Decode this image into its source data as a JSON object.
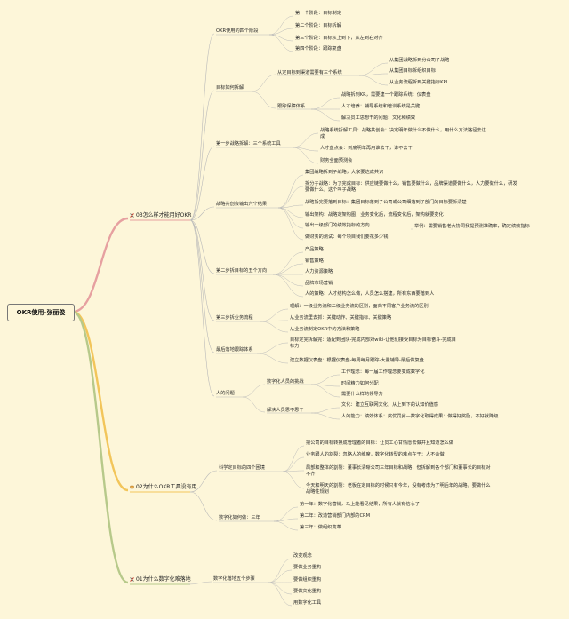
{
  "root": "OKR使用-张丽俊",
  "colors": {
    "background": "#fdf6d9",
    "branch1": "#e6a0a0",
    "branch2": "#f2c55a",
    "branch3": "#b7c98a",
    "connector": "#b9b9b9"
  },
  "branches": [
    {
      "label": "03怎么样才能用好OKR",
      "icon": "tools-icon",
      "sections": [
        {
          "label": "OKR使用的四个阶段",
          "items": [
            "第一个阶段：目标制定",
            "第二个阶段：目标拆解",
            "第三个阶段：目标从上到下，从左到右对齐",
            "第四个阶段：跟踪复盘"
          ]
        },
        {
          "label": "目标如何拆解",
          "sub1": {
            "label": "从定目标到渠道需要有三个系统",
            "items": [
              "从集团战略拆到分公司子战略",
              "从集团目标拆组织目标",
              "从业务流程拆到关键指标KPI"
            ]
          },
          "sub2": {
            "label": "跟踪保障体系",
            "items": [
              "战略拆到KR，需要建一个跟踪系统：仪表盘",
              "人才培养：辅导系统和培训系统是关键",
              "解决员工思想干的问题：文化和绩效"
            ]
          }
        },
        {
          "label": "第一步战略拆解：三个系统工具",
          "items": [
            "战略系统拆解工具：战略共创会：决定明年做什么不做什么，用什么方法路径去达成",
            "人才盘点会：到底明年再用谁去干，谁不去干",
            "财务全面预测会"
          ]
        },
        {
          "label": "战略共创会输出六个结果",
          "items": [
            "集团战略拆到子战略，大家要达成共识",
            "拆分子战略：为了完成目标：供应链要做什么，销售要做什么，品牌渠道要做什么，人力要做什么，研发要做什么，这个叫子战略",
            "战略拆完要落到目标：集团目标落到子公司或公司细落到子部门的目标要拆清楚",
            "输出架构：战略定架构图，业务变化后，流程变化后，架构就要变化",
            "输出一级部门的绩效指标的方向",
            "做财务的测试：每个项目我们要花多少钱"
          ],
          "side": "举例：需要销售老大协同我提预测准确率，确定绩效指标"
        },
        {
          "label": "第二步拆目标的五个方向",
          "items": [
            "产品策略",
            "销售策略",
            "人力资源策略",
            "品牌市场营销",
            "人的策略：人才结构怎么做，人员怎么搭建，所有东西要落到人"
          ]
        },
        {
          "label": "第三步拆业务流程",
          "items": [
            "理解：一级业务流和二级业务流的区别，面向不同客户业务流的区别",
            "从业务流里去抓：关键动作、关键指标、关键策略",
            "从业务流制定OKR中的方法和策略"
          ]
        },
        {
          "label": "最后落地跟踪体系",
          "items": [
            "目标定完拆解完：适配到团队-完成内部对wiki-让他们接受目标为目标奋斗-完成目标力",
            "建立数据仪表盘：根据仪表盘-每周每月跟踪-大量辅导-最后做复盘"
          ]
        },
        {
          "label": "人的问题",
          "sub1": {
            "label": "数字化人员的挑战",
            "items": [
              "工作理念：每一届工作理念要变成数字化",
              "时间精力如何分配",
              "需要什么样的领导力"
            ]
          },
          "sub2": {
            "label": "解决人员思不思干",
            "items": [
              "文化：建立互联网文化，从上到下的认知价值感",
              "人的能力：绩效体系：奖优罚劣—数字化取得成果：做得好奖励，不好就降级"
            ]
          }
        }
      ]
    },
    {
      "label": "02为什么OKR工具没有用",
      "icon": "puzzle-icon",
      "sections": [
        {
          "label": "科学定目标的四个困境",
          "items": [
            "把公司的目标转换成管理者的目标：让员工心甘情愿去做并且知道怎么做",
            "业务跟人的割裂：忽略人的维度，数字化转型的难点在于：人不会做",
            "局部和整体的割裂：董事长清晰公司三年目标和战略，但拆解到各个部门和董事长的目标对不齐",
            "今天和明天的割裂：老板在定目标的时候只有今年，没有考虑为了明后年的战略，要做什么战略性规划"
          ]
        },
        {
          "label": "数字化如何做：三年",
          "items": [
            "第一年：数字化营销，马上能看见结果，所有人就有信心了",
            "第二年：改造营销部门内部的CRM",
            "第三年：做组织变革"
          ]
        }
      ]
    },
    {
      "label": "01为什么数字化难落地",
      "icon": "tools-icon",
      "sections": [
        {
          "label": "数字化落地五个步骤",
          "items": [
            "改变观念",
            "要做业务重构",
            "要做组织重构",
            "要做文化重构",
            "用数字化工具"
          ]
        }
      ]
    }
  ]
}
